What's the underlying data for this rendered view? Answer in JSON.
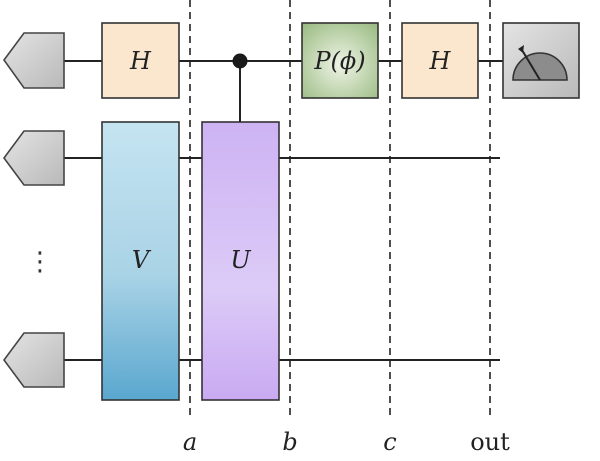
{
  "gates": {
    "h1": {
      "label": "H",
      "fill": "#fbe7cd"
    },
    "v": {
      "label": "V",
      "fill": "#a9d3e6"
    },
    "u": {
      "label": "U",
      "fill": "#d6c0f5"
    },
    "phase": {
      "label": "P(ϕ)",
      "fill": "#cfe0c0"
    },
    "h2": {
      "label": "H",
      "fill": "#fbe7cd"
    }
  },
  "meter_icon": "measurement-meter-icon",
  "input_icon": "qubit-input-pentagon-icon",
  "ellipsis": "⋮",
  "step_labels": [
    {
      "id": "a",
      "text": "a",
      "italic": true
    },
    {
      "id": "b",
      "text": "b",
      "italic": true
    },
    {
      "id": "c",
      "text": "c",
      "italic": true
    },
    {
      "id": "out",
      "text": "out",
      "italic": false
    }
  ],
  "colors": {
    "wire": "#222222",
    "input": "#c8c8c8",
    "meter": "#cccccc",
    "control": "#1a1a1a"
  }
}
